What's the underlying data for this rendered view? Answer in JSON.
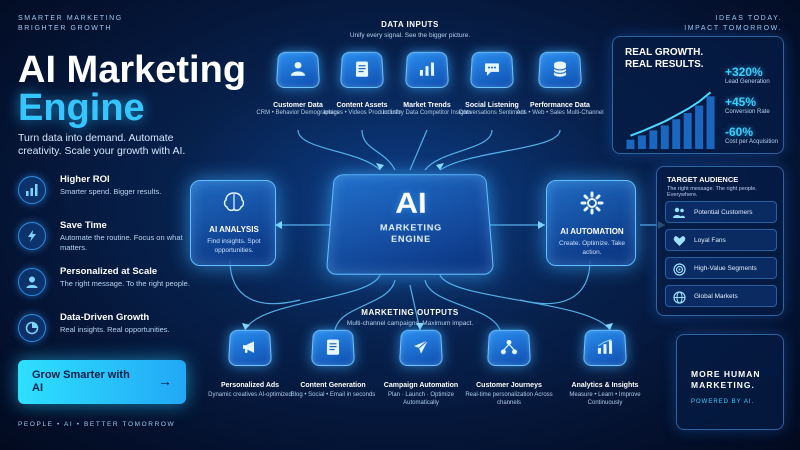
{
  "tagline_left": [
    "SMARTER MARKETING",
    "BRIGHTER GROWTH"
  ],
  "tagline_right": [
    "IDEAS TODAY.",
    "IMPACT TOMORROW."
  ],
  "hero": {
    "line1": "AI Marketing",
    "line2": "Engine",
    "subtitle": "Turn data into demand. Automate creativity. Scale your growth with AI."
  },
  "benefits": [
    {
      "title": "Higher ROI",
      "desc": "Smarter spend. Bigger results.",
      "icon": "bar-chart-icon"
    },
    {
      "title": "Save Time",
      "desc": "Automate the routine. Focus on what matters.",
      "icon": "lightning-icon"
    },
    {
      "title": "Personalized at Scale",
      "desc": "The right message. To the right people.",
      "icon": "person-icon"
    },
    {
      "title": "Data-Driven Growth",
      "desc": "Real insights. Real opportunities.",
      "icon": "pie-chart-icon"
    }
  ],
  "cta": {
    "label": "Grow Smarter with AI",
    "arrow": "→"
  },
  "footer_left": "PEOPLE  •  AI  •  BETTER TOMORROW",
  "inputs": {
    "title": "DATA INPUTS",
    "subtitle": "Unify every signal. See the bigger picture.",
    "items": [
      {
        "label": "Customer Data",
        "desc": "CRM • Behavior Demographics",
        "icon": "users-icon"
      },
      {
        "label": "Content Assets",
        "desc": "Images • Videos Product Info",
        "icon": "document-icon"
      },
      {
        "label": "Market Trends",
        "desc": "Industry Data Competitor Insights",
        "icon": "bar-chart-icon"
      },
      {
        "label": "Social Listening",
        "desc": "Conversations Sentiment",
        "icon": "chat-icon"
      },
      {
        "label": "Performance Data",
        "desc": "Ads • Web • Sales Multi-Channel",
        "icon": "database-icon"
      }
    ]
  },
  "engine": {
    "big": "AI",
    "line1": "MARKETING",
    "line2": "ENGINE"
  },
  "analysis": {
    "title": "AI ANALYSIS",
    "desc": "Find insights. Spot opportunities."
  },
  "automation": {
    "title": "AI AUTOMATION",
    "desc": "Create. Optimize. Take action."
  },
  "outputs": {
    "title": "MARKETING OUTPUTS",
    "subtitle": "Multi-channel campaigns. Maximum impact.",
    "items": [
      {
        "label": "Personalized Ads",
        "desc": "Dynamic creatives AI-optimized",
        "icon": "megaphone-icon"
      },
      {
        "label": "Content Generation",
        "desc": "Blog • Social • Email in seconds",
        "icon": "document-icon"
      },
      {
        "label": "Campaign Automation",
        "desc": "Plan · Launch · Optimize Automatically",
        "icon": "paper-plane-icon"
      },
      {
        "label": "Customer Journeys",
        "desc": "Real-time personalization Across channels",
        "icon": "network-icon"
      },
      {
        "label": "Analytics & Insights",
        "desc": "Measure • Learn • Improve Continuously",
        "icon": "bar-chart-icon"
      }
    ]
  },
  "results": {
    "title": [
      "REAL GROWTH.",
      "REAL RESULTS."
    ],
    "metrics": [
      {
        "value": "+320%",
        "label": "Lead Generation"
      },
      {
        "value": "+45%",
        "label": "Conversion Rate"
      },
      {
        "value": "-60%",
        "label": "Cost per Acquisition"
      }
    ],
    "bars": [
      0.15,
      0.22,
      0.3,
      0.38,
      0.48,
      0.58,
      0.7,
      0.85
    ]
  },
  "audience": {
    "title": "TARGET AUDIENCE",
    "subtitle": "The right message. The right people. Everywhere.",
    "items": [
      {
        "label": "Potential Customers",
        "icon": "users-icon"
      },
      {
        "label": "Loyal Fans",
        "icon": "heart-icon"
      },
      {
        "label": "High-Value Segments",
        "icon": "target-icon"
      },
      {
        "label": "Global Markets",
        "icon": "globe-icon"
      }
    ]
  },
  "human": {
    "line1": "MORE HUMAN",
    "line2": "MARKETING.",
    "powered": "POWERED BY AI."
  },
  "colors": {
    "accent": "#35c6ff",
    "bg": "#041230",
    "panel": "#06204a"
  }
}
